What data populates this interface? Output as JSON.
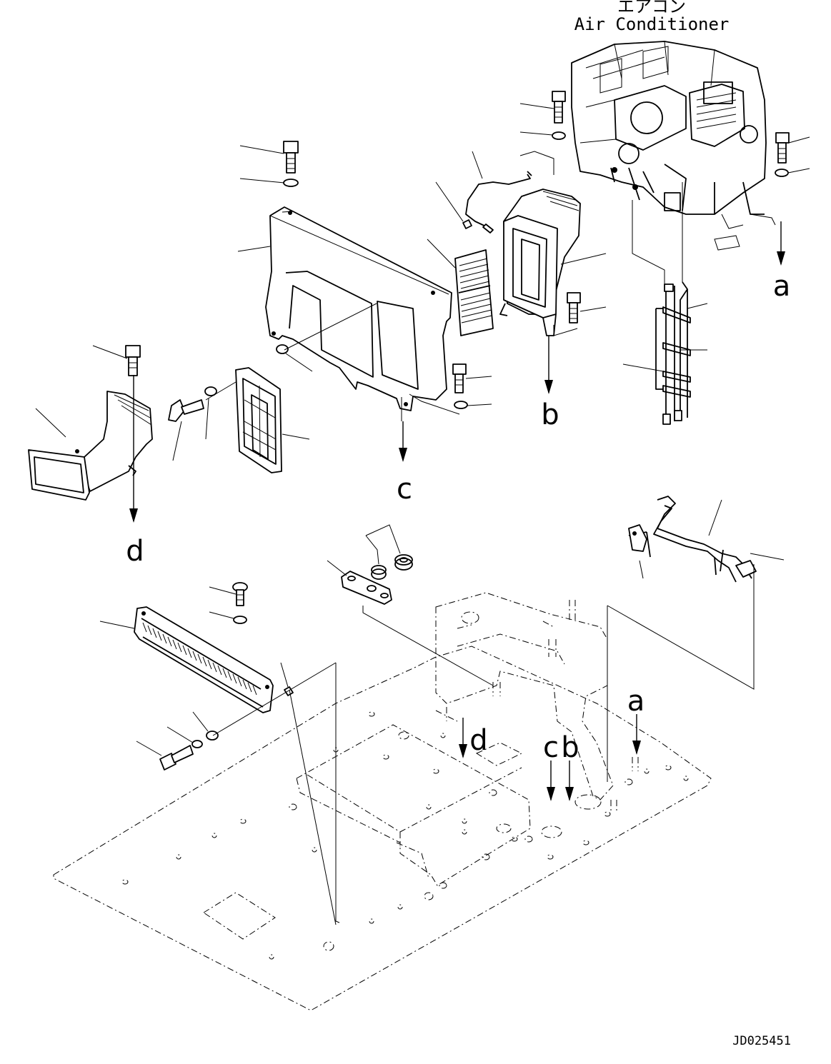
{
  "title": {
    "japanese": "エアコン",
    "english": "Air Conditioner"
  },
  "reference_letters": [
    "a",
    "b",
    "c",
    "d"
  ],
  "drawing_number": "JD025451"
}
